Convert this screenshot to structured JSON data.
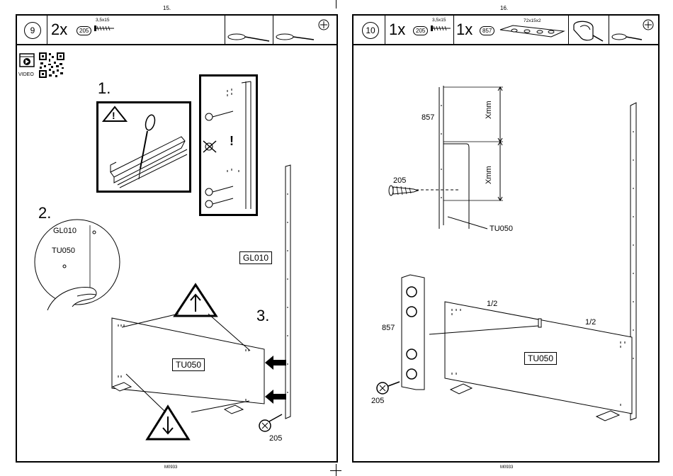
{
  "left": {
    "page_number": "15.",
    "step": "9",
    "quantity": "2x",
    "part_id": "205",
    "screw_spec": "3,5x15",
    "video_label": "VIDEO",
    "substeps": [
      "1.",
      "2.",
      "3."
    ],
    "labels": {
      "gl010_box": "GL010",
      "gl010_zoom": "GL010",
      "tu050_zoom": "TU050",
      "tu050_panel": "TU050",
      "screw": "205"
    },
    "footer": "M0933"
  },
  "right": {
    "page_number": "16.",
    "step": "10",
    "quantity_a": "1x",
    "part_a": "205",
    "screw_spec": "3,5x15",
    "quantity_b": "1x",
    "part_b": "857",
    "plate_spec": "72x15x2",
    "labels": {
      "857_top": "857",
      "205_top": "205",
      "xmm_1": "Xmm",
      "xmm_2": "Xmm",
      "tu050_top": "TU050",
      "half_1": "1/2",
      "half_2": "1/2",
      "857_mid": "857",
      "tu050_panel": "TU050",
      "205_bottom": "205"
    },
    "footer": "M0933"
  }
}
